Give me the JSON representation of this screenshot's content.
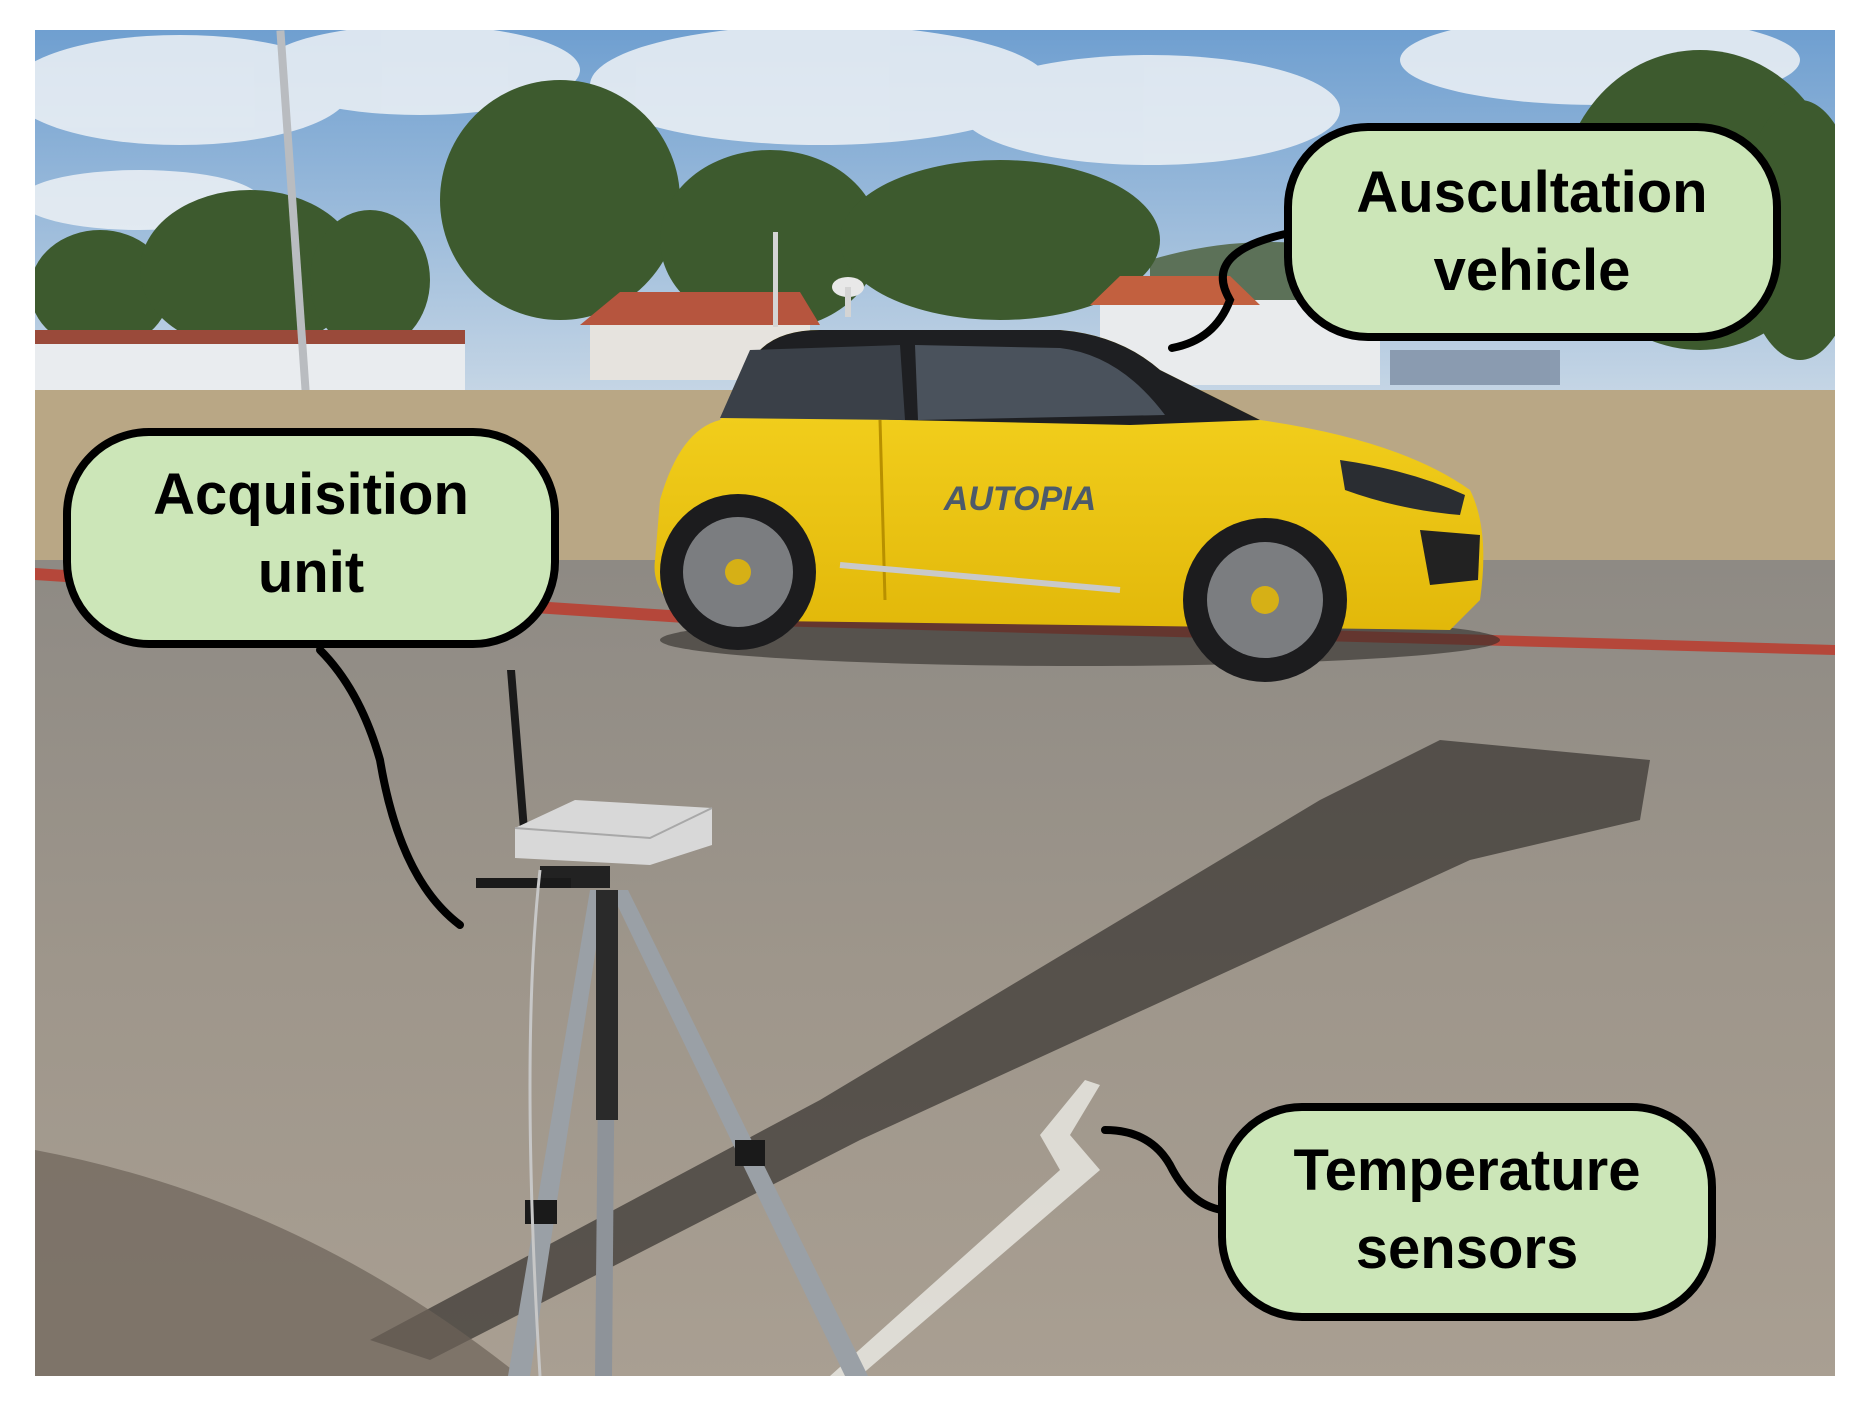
{
  "photo": {
    "description_colors": {
      "sky": "#8fb4d8",
      "ground": "#a39a8c",
      "grass": "#b7a37f",
      "car_body": "#f2c912",
      "callout_fill": "#cce6b8",
      "callout_stroke": "#000000"
    },
    "car_logo_text": "AUTOPIA"
  },
  "callouts": {
    "vehicle": {
      "line1": "Auscultation",
      "line2": "vehicle"
    },
    "acquisition": {
      "line1": "Acquisition",
      "line2": "unit"
    },
    "sensors": {
      "line1": "Temperature",
      "line2": "sensors"
    }
  }
}
